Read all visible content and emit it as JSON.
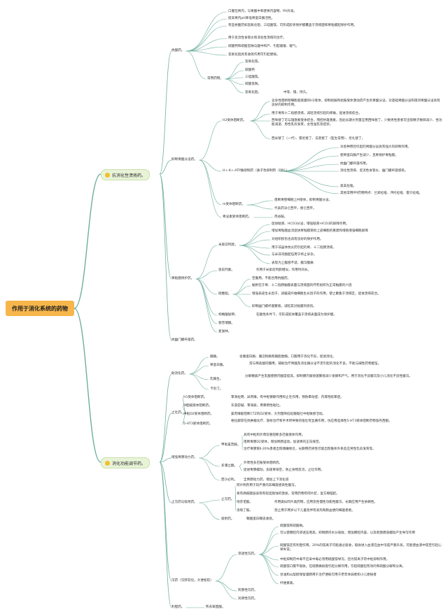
{
  "root": {
    "label": "作用于消化系统的药物"
  },
  "branches": {
    "b1": {
      "label": "抗消化性溃疡药。"
    },
    "b2": {
      "label": "消化功能调节药。"
    }
  },
  "nodes": {
    "kansuan": {
      "label": "抗酸药。"
    },
    "kansuan_1": {
      "label": "口服在胃内，与胃酸中和使胃内容物、PH升高。"
    },
    "kansuan_2": {
      "label": "提高胃内pH降低胃蛋白酶活性。"
    },
    "kansuan_3": {
      "label": "有些抗酸药如氢氧化铝、三硅酸镁，可形成胶状保护膜覆盖于溃疡面和胃粘膜起保护作用。"
    },
    "kansuan_4": {
      "label": "用于反流性食管炎和消化性溃疡的治疗。"
    },
    "kansuan_5": {
      "label": "碳酸钙和碳酸氢钠与酸中和产、引起嗳嗳、嗳气。"
    },
    "kansuan_6": {
      "label": "氢氧化铝具有收敛作用可引起便秘。"
    },
    "changyong": {
      "label": "常用药物。"
    },
    "cy_1": {
      "label": "氢氧化镁。"
    },
    "cy_2": {
      "label": "碳酸钙"
    },
    "cy_3": {
      "label": "三硅酸镁。"
    },
    "cy_4": {
      "label": "碳酸氢钠。"
    },
    "cy_5": {
      "label": "氢氧化铝。"
    },
    "cy_5_note": {
      "label": "中等、慢、持久。"
    },
    "yizhi": {
      "label": "抑制胃酸分泌药。"
    },
    "h2": {
      "label": "H2受体阻断药。"
    },
    "h2_1": {
      "label": "竞争性阻断壁细胞基底膜的H2受体，抑制组胺和组胺受体激动药产生的胃酸分泌，对基础胃酸分泌和夜间胃酸分泌具有良好的抑制作用。"
    },
    "h2_2": {
      "label": "用于胃和十二指肠溃疡，减轻溃疡引起的疼痛，促进溃疡愈合。"
    },
    "h2_3": {
      "label": "西咪替丁可与雄激素受体结合，而拮抗雄激素，因此长期大剂量应用西咪替丁，少数男性患者可出现精子数目减少、性功能减退、男性乳房发育，女性溢乳等症状。"
    },
    "h2_4": {
      "label": "西米替丁（一代）、雷尼替丁、法莫替丁（医生常用）、尼扎替丁。"
    },
    "ppi": {
      "label": "H+-K+-ATP酶抑制药（质子泵抑制剂（PPI））"
    },
    "ppi_1": {
      "label": "对各种原因引起的胃酸分泌具有强大的抑制作用。"
    },
    "ppi_2": {
      "label": "使胃蛋白酶产生减少，且胃保护胃粘膜。"
    },
    "ppi_3": {
      "label": "抗幽门螺杆菌作用。"
    },
    "ppi_4": {
      "label": "消化性溃疡、反流性食管炎、幽门螺杆菌感染。"
    },
    "ppi_5": {
      "label": "奥美拉唑。"
    },
    "ppi_6": {
      "label": "其他常用PPI药物特点：兰索拉唑、泮托拉唑、雷贝拉唑。"
    },
    "m1": {
      "label": "m受体阻断药。"
    },
    "m1_1": {
      "label": "阻断胃壁细胞上M受体，抑制胃酸分泌。"
    },
    "m1_2": {
      "label": "代表药派仑西平，替仑西平。"
    },
    "gastrin": {
      "label": "胃泌素受体阻断药。"
    },
    "gastrin_1": {
      "label": "丙谷胺。"
    },
    "weinian": {
      "label": "胃粘膜保护药。"
    },
    "qianlie": {
      "label": "米索前列醇。"
    },
    "ql_1": {
      "label": "促进粘液、HCO3分泌，增强粘液-HCO3的屏障作用。"
    },
    "ql_2": {
      "label": "增加胃粘膜血流促进胃粘膜受损上皮细胞的重建和增殖增强细胞屏障"
    },
    "ql_3": {
      "label": "对组织损伤也具有良好的保护作用。"
    },
    "ql_4": {
      "label": "用于非甾体抗炎药引起的胃、十二指肠溃疡。"
    },
    "ql_5": {
      "label": "与米非司酮配伍用于终止早孕。"
    },
    "ql_6": {
      "label": "表现为上腹部不适、腹泻腹痛"
    },
    "enpu": {
      "label": "恩前列素。"
    },
    "enpu_1": {
      "label": "作用于米索前列醇相似，作用时间长。"
    },
    "liutang": {
      "label": "硫糖铝。"
    },
    "lt_1": {
      "label": "空腹用，不能合用抗酸药。"
    },
    "lt_2": {
      "label": "黏附在于胃、十二指肠黏膜表面与溃疡面的坏死组织为正常黏膜的六倍"
    },
    "lt_3": {
      "label": "增强表皮生长因子，减缓成纤维细胞生长因子的作用，使之聚集于溃疡区，促进溃疡愈合。"
    },
    "lt_4": {
      "label": "抑制幽门螺杆菌繁殖，减轻其对粘膜的损伤。"
    },
    "jiaoti": {
      "label": "枸橼酸铋钾。"
    },
    "jiaoti_1": {
      "label": "在酸性条件下，可形成胶体覆盖于溃疡表面成为保护膜。"
    },
    "bisheng": {
      "label": "替普瑞酮。"
    },
    "maisi": {
      "label": "麦滋林。"
    },
    "hp": {
      "label": "抗幽门螺杆菌药。"
    },
    "zhuxiao": {
      "label": "助消化药。"
    },
    "zx_1": {
      "label": "胰酶。"
    },
    "zx_1n": {
      "label": "含胰蛋白酶、胰淀粉酶和胰脂肪酶。口服用于消化不良，促进消化。"
    },
    "zx_2": {
      "label": "胃蛋白酶。"
    },
    "zx_2n": {
      "label": "常与稀盐酸同服用，辅助治疗胃酸及消化酶分泌不足引起的消化不良。不能与碱性药物配伍。"
    },
    "zx_3": {
      "label": "乳酶生。"
    },
    "zx_3n": {
      "label": "分解糖类产生乳酸使肠内酸度提高，抑制肠内腐败菌繁殖减少发酵和产气。用于消化不良腹泻及小儿消化不良性腹泻。"
    },
    "zx_4": {
      "label": "卡尼汀。"
    },
    "zhitu": {
      "label": "止吐药。"
    },
    "zt_1": {
      "label": "H1受体阻断药。"
    },
    "zt_1n": {
      "label": "苯海拉明、异丙嗪。有中枢镇静作用和止吐作用，预防晕动症、内耳性眩晕症。"
    },
    "zt_2": {
      "label": "M胆碱受体阻断药。"
    },
    "zt_2n": {
      "label": "东莨菪碱、苯海索。用晕明性呕吐。"
    },
    "zt_3": {
      "label": "中枢D2受体阻断药。"
    },
    "zt_3n": {
      "label": "氯丙嗪能阻断CTZ的D2受体，大剂量降低延髓呕吐中枢敏感活动。"
    },
    "zt_4": {
      "label": "5-HT3受体阻断药。"
    },
    "zt_4n": {
      "label": "格拉斯琼在抗肿瘤化疗、放射治疗和手术所导致的呕吐有显著作用，仿应用选择性5-HT3受体阻断药物恩丹西酮。"
    },
    "weichang": {
      "label": "增强胃肠动力药。"
    },
    "wc_1": {
      "label": "甲氧氯普胺。"
    },
    "wc_1a": {
      "label": "具有中枢和外周双重阻断多巴胺受体作用。"
    },
    "wc_1b": {
      "label": "阻断胃肠D2受体，增加胃肠运动，加速胃的正向排空。"
    },
    "wc_1c": {
      "label": "治疗胃肠管Ⅱ-20%患者出现嗜睡倦怠，长期用药男性可能出现锥体外系反应男性乳房发育等。"
    },
    "wc_2": {
      "label": "多潘立酮。"
    },
    "wc_2a": {
      "label": "外周性多巴胺受体阻断药。"
    },
    "wc_2b": {
      "label": "促进胃肠蠕动，加速胃排空，防止食物反流，止吐作用。"
    },
    "wc_3": {
      "label": "西沙必利。"
    },
    "wc_3n": {
      "label": "全胃肠动力药，增加上下消化道"
    },
    "zhixie": {
      "label": "止泻药与吸附药。"
    },
    "zxe_1": {
      "label": "止泻药。"
    },
    "zxe_1a": {
      "label": "阿片制剂用于较严重的非细菌感染性腹泻。"
    },
    "zxe_1b": {
      "label": "易有癌痕膜层表现有轻度腐蚀的激发，常用药物有阿片酊，复方樟脑酊。"
    },
    "zxe_1c": {
      "label": "地芬诺酯。"
    },
    "zxe_1cn": {
      "label": "作用类似阿片类药物，应用急性慢性功能性腹泻，长期应用产生依赖性。"
    },
    "zxe_1d": {
      "label": "洛哌丁胺。"
    },
    "zxe_1dn": {
      "label": "禁止用于两岁以下儿童及伴有高热和脓血便的细菌患者。"
    },
    "zxe_2": {
      "label": "吸附药。"
    },
    "zxe_2n": {
      "label": "鞣酸蛋白鞣皮收敛。"
    },
    "xieyao": {
      "label": "泻药（泻肝软化，大便松软）"
    },
    "xy_1": {
      "label": "渗透性泻药。"
    },
    "xy_1a": {
      "label": "硫酸镁和硫酸钠。"
    },
    "xy_1b": {
      "label": "可以使肠腔内渗透压增高，抑制肠内水分吸收，增加肠腔内容，以及刺激肠道蠕动产生导泻作用"
    },
    "xy_1c": {
      "label": "硫酸镁还有利胆作用。20%的镁离子可能通过吸收，吸收进入血液在血中浓度严重升高，可能使血液中镁至引起心律失常。"
    },
    "xy_1d": {
      "label": "中枢抑制药中毒不应采中毒必须用硫酸镁导泻。因为镁离子有中枢抑制作用。"
    },
    "xy_1e": {
      "label": "硫酸镁口服不吸收，在硫肠痛核能引起分解作用，引起硫酸铅有效的和硫酸分解和分离。"
    },
    "xy_1f": {
      "label": "甘油和山梨醇保留灌肠用于治疗便秘可用于老年体弱者和小儿便秘者"
    },
    "xy_1g": {
      "label": "纤维素类。"
    },
    "xy_2": {
      "label": "刺激性泻药。"
    },
    "xy_3": {
      "label": "润滑性泻药。"
    },
    "lidan": {
      "label": "利胆药。"
    },
    "ld_1": {
      "label": "熊去氧胆酸。"
    }
  }
}
